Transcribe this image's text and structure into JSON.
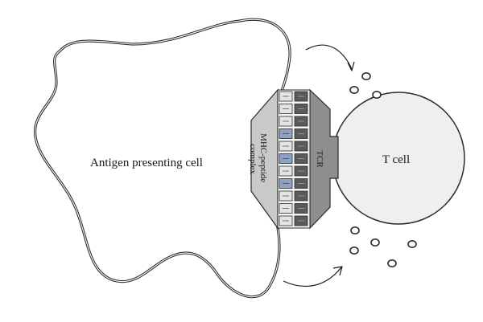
{
  "labels": {
    "apc": "Antigen presenting cell",
    "t_cell": "T cell",
    "mhc_line1": "MHC-peptide",
    "mhc_line2": "complex",
    "tcr": "TCR"
  },
  "colors": {
    "outline": "#2b2b2b",
    "mhc_fill": "#c9c9c9",
    "tcr_fill": "#8e8e8e",
    "t_cell_fill": "#efefef",
    "receptor_light": "#e4e4e4",
    "receptor_blue": "#8ea1c2",
    "receptor_dark": "#5a5a5a"
  },
  "icons": {
    "arrows": [
      "curved-arrow-icon",
      "curved-arrow-icon"
    ],
    "cytokine": "cytokine-droplet-icon"
  }
}
